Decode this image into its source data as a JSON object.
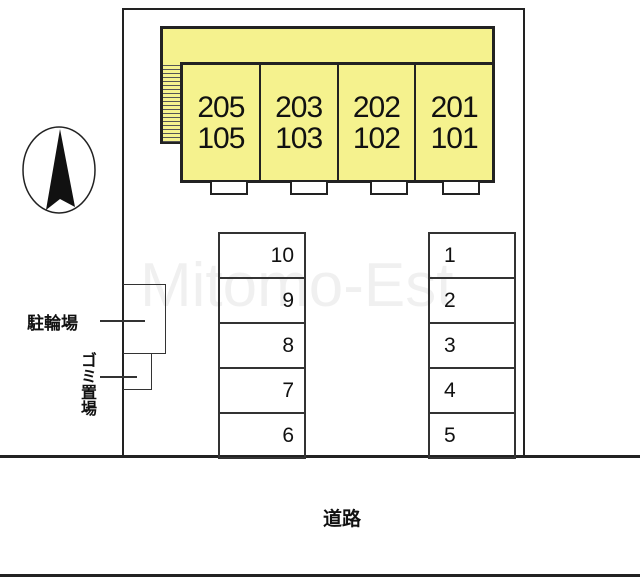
{
  "units": [
    {
      "upper": "205",
      "lower": "105"
    },
    {
      "upper": "203",
      "lower": "103"
    },
    {
      "upper": "202",
      "lower": "102"
    },
    {
      "upper": "201",
      "lower": "101"
    }
  ],
  "parking_left": [
    "10",
    "9",
    "8",
    "7",
    "6"
  ],
  "parking_right": [
    "1",
    "2",
    "3",
    "4",
    "5"
  ],
  "labels": {
    "bicycle_parking": "駐輪場",
    "garbage_area": "ゴミ置場",
    "road": "道路"
  },
  "watermark": "Mitomo-Est",
  "colors": {
    "building": "#f5f28e"
  }
}
